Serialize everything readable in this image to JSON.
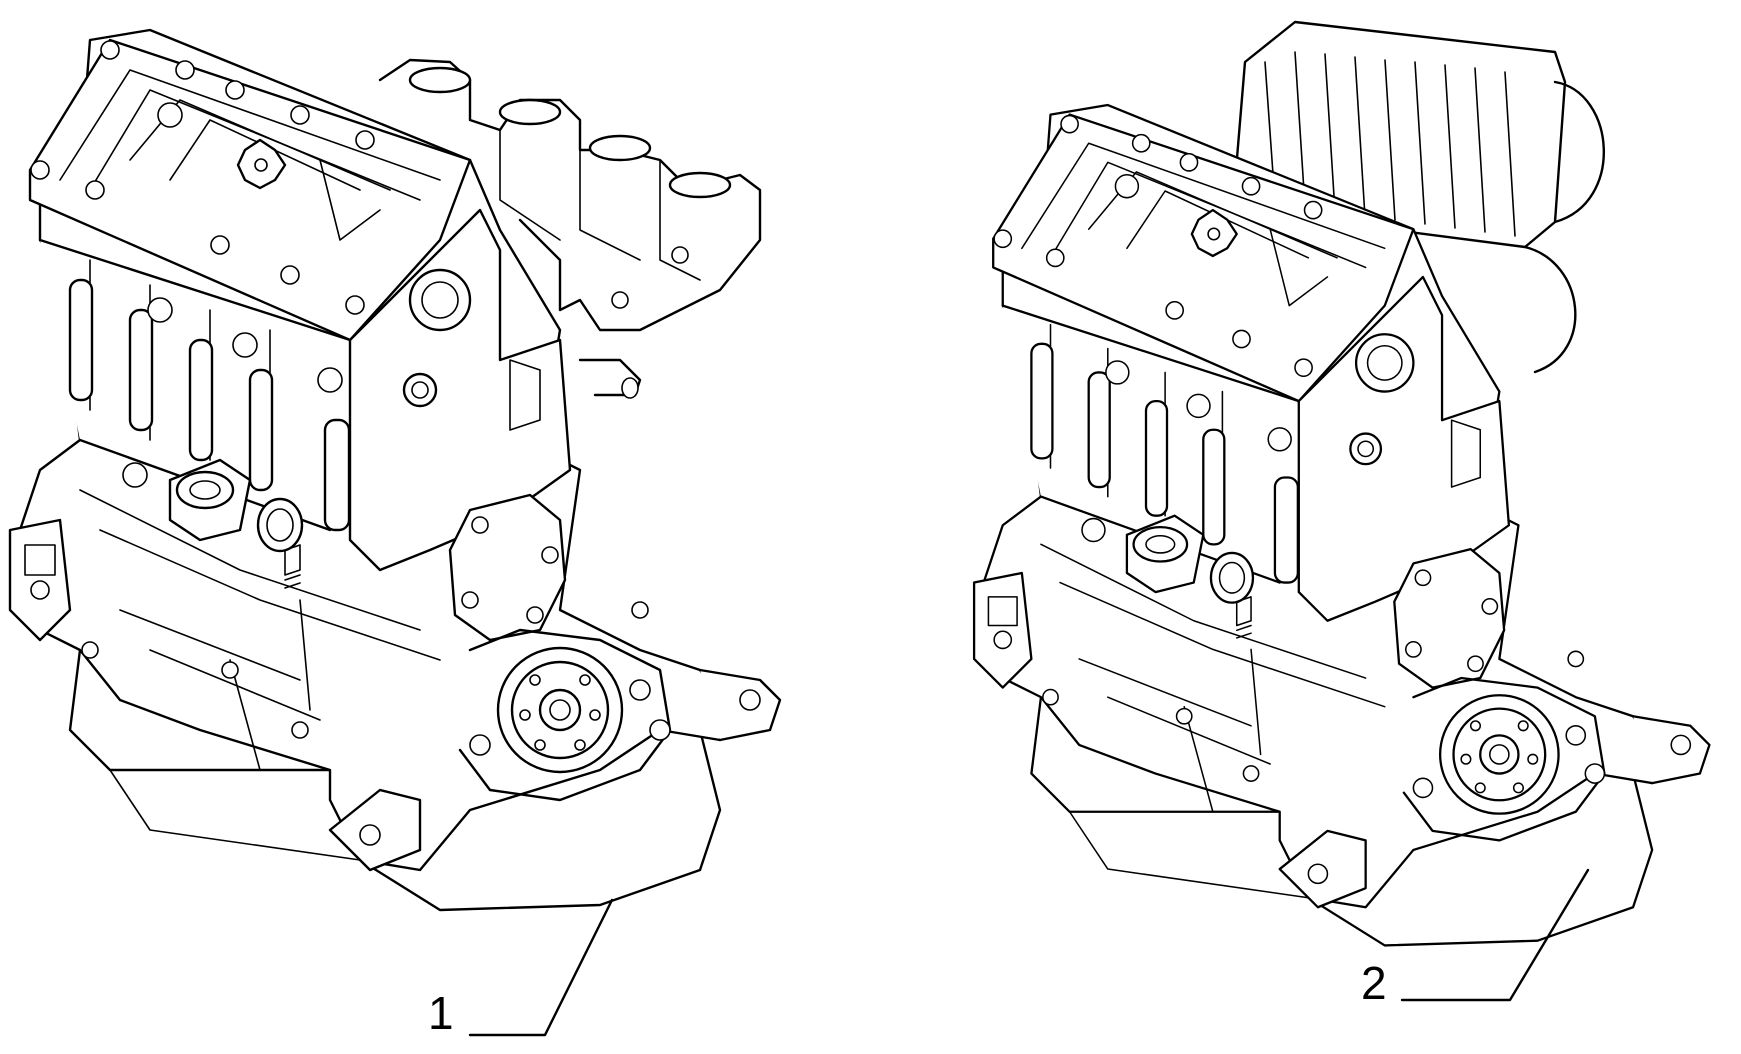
{
  "diagram": {
    "callouts": [
      {
        "id": "engine-1",
        "label": "1"
      },
      {
        "id": "engine-2",
        "label": "2"
      }
    ]
  }
}
